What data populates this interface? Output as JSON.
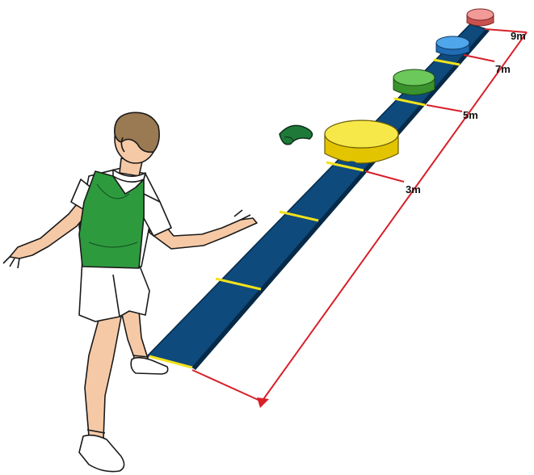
{
  "labels": {
    "d9": "9m",
    "d7": "7m",
    "d5": "5m",
    "d3": "3m"
  },
  "colors": {
    "track": "#0e4a7c",
    "track_lines": "#f2e21c",
    "measure_line": "#d8202a",
    "target_yellow": "#f2e21c",
    "target_green": "#4caf3a",
    "target_blue": "#2a86d6",
    "target_red": "#e87a78",
    "beanbag": "#1f7a3a",
    "bib": "#2e9a3e",
    "skin": "#f6c9a6",
    "hair": "#9a7a52"
  }
}
